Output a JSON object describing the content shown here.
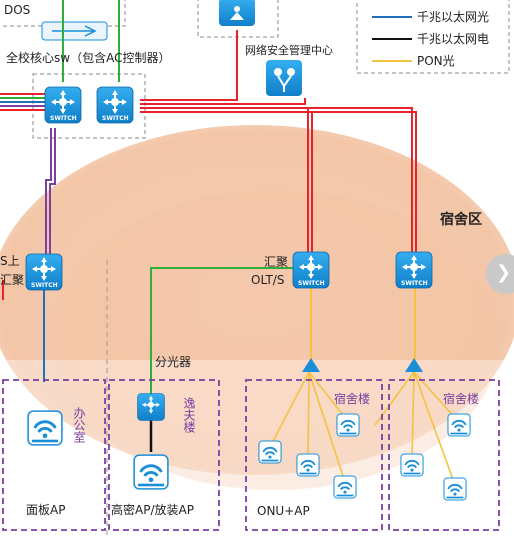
{
  "legend": {
    "items": [
      {
        "label": "千兆以太网光",
        "color": "#1f6fbf"
      },
      {
        "label": "千兆以太网电",
        "color": "#111111"
      },
      {
        "label": "PON光",
        "color": "#f5c242"
      }
    ]
  },
  "labels": {
    "ddos": "DOS",
    "core_switch": "全校核心sw（包含AC控制器）",
    "security_center": "网络安全管理中心",
    "dorm_zone": "宿舍区",
    "left_agg_top": "S上",
    "left_agg_bottom": "汇聚",
    "agg_olt_top": "汇聚",
    "agg_olt_bottom": "OLT/S",
    "splitter": "分光器",
    "office": "办公室",
    "office_ap": "面板AP",
    "yifu_building": "逸夫楼",
    "dense_ap": "高密AP/放装AP",
    "dorm_building_1": "宿舍楼",
    "dorm_building_2": "宿舍楼",
    "onu_ap": "ONU+AP",
    "switch_text": "SWITCH"
  },
  "colors": {
    "fiber": "#1f6fbf",
    "copper": "#111111",
    "pon": "#f5c242",
    "red_link": "#e8232b",
    "green_link": "#2fae3c",
    "purple_link": "#7b3fa0",
    "switch_blue": "#1a8fd8",
    "dorm_ellipse": "#f4c9ad"
  }
}
